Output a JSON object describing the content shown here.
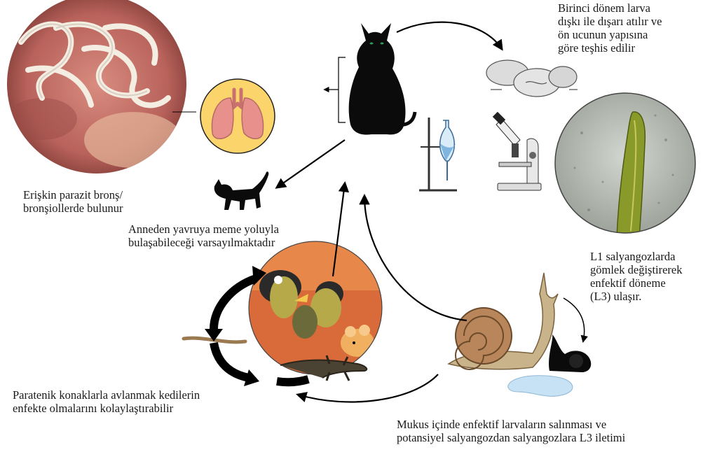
{
  "labels": {
    "adult": [
      "Erişkin parazit bronş/",
      "bronşiollerde bulunur"
    ],
    "first_stage": [
      "Birinci dönem larva",
      "dışkı ile dışarı atılır ve",
      "ön ucunun yapısına",
      "göre teşhis edilir"
    ],
    "l1": [
      "L1 salyangozlarda",
      "gömlek değiştirerek",
      "enfektif döneme",
      "(L3) ulaşır."
    ],
    "transmission": [
      "Anneden yavruya meme yoluyla",
      "bulaşabileceği varsayılmaktadır"
    ],
    "paratenic": [
      "Paratenik konaklarla avlanmak kedilerin",
      "enfekte olmalarını kolaylaştırabilir"
    ],
    "mucus": [
      "Mukus içinde enfektif larvaların salınması ve",
      "potansiyel salyangozdan salyangozlara L3 iletimi"
    ]
  },
  "colors": {
    "lungs_bg": "#fbd56b",
    "lungs": "#e8908c",
    "bronchi_bg": "#c9716e",
    "worm": "#f3ece2",
    "micro_bg": "#b6bcb5",
    "larva": "#8a9a2a",
    "snail_shell": "#b8865a",
    "arrow": "#000000"
  },
  "icons": [
    "bronchi-photo",
    "lungs-icon",
    "cat-icon",
    "kitten-icon",
    "feces-icon",
    "separatory-funnel-icon",
    "microscope-icon",
    "larva-micrograph",
    "snail-icon",
    "slug-icon",
    "mucus-puddle-icon",
    "paratenic-hosts-circle",
    "bird-icon",
    "mouse-icon",
    "lizard-icon",
    "worm-icon"
  ]
}
